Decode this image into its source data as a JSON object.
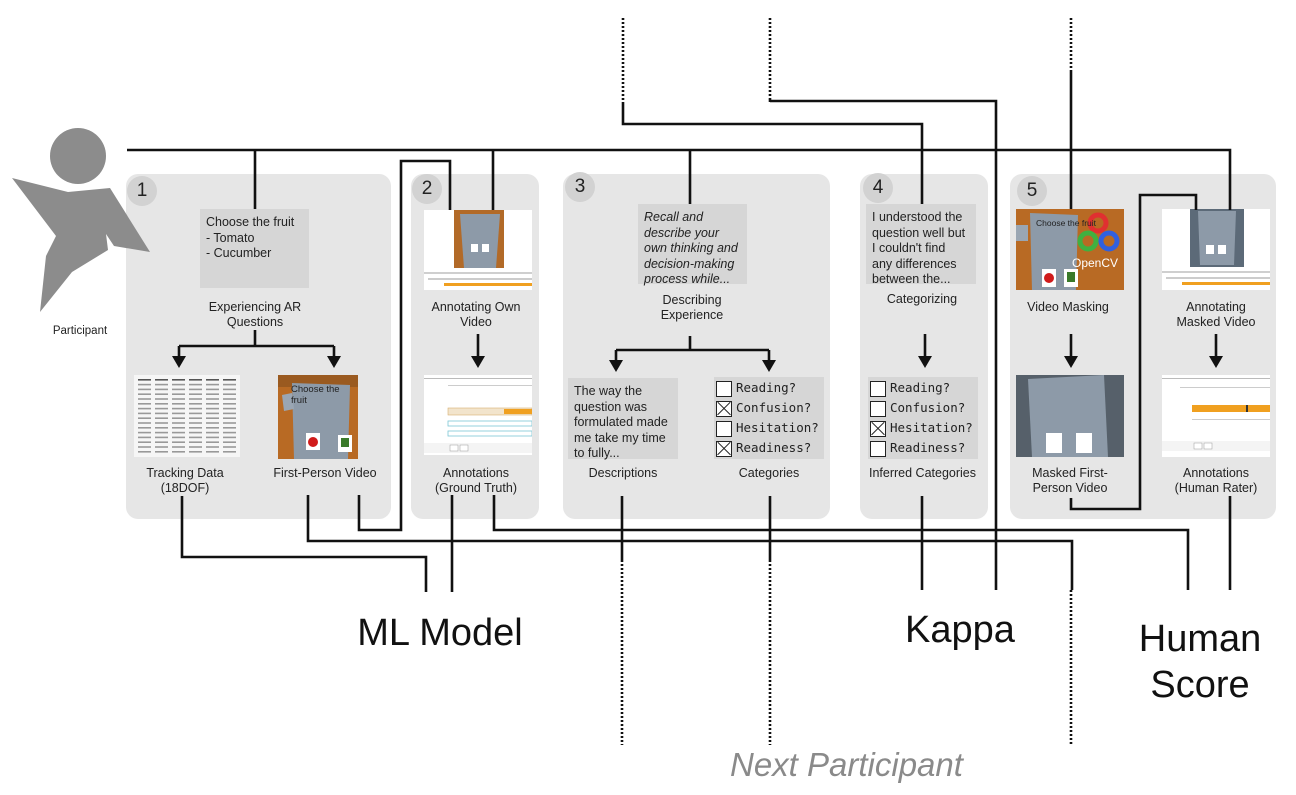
{
  "participant": {
    "label": "Participant"
  },
  "stages": [
    {
      "number": "1",
      "question_box": "Choose the fruit\n- Tomato\n- Cucumber",
      "caption": "Experiencing AR\nQuestions",
      "outputs": [
        {
          "caption": "Tracking Data\n(18DOF)"
        },
        {
          "caption": "First-Person Video"
        }
      ],
      "video_text": "Choose the fruit"
    },
    {
      "number": "2",
      "caption": "Annotating Own\nVideo",
      "output": "Annotations\n(Ground Truth)"
    },
    {
      "number": "3",
      "prompt_box": "Recall and\ndescribe your\nown thinking and\ndecision-making\nprocess while...",
      "caption": "Describing\nExperience",
      "description_box": "The way the\nquestion was\nformulated made\nme take my time\nto fully...",
      "outputs": [
        {
          "caption": "Descriptions"
        },
        {
          "caption": "Categories"
        }
      ],
      "categories": [
        {
          "label": "Reading?",
          "checked": false
        },
        {
          "label": "Confusion?",
          "checked": true
        },
        {
          "label": "Hesitation?",
          "checked": false
        },
        {
          "label": "Readiness?",
          "checked": true
        }
      ]
    },
    {
      "number": "4",
      "statement_box": "I understood the\nquestion well but\nI couldn't find\nany differences\nbetween the...",
      "caption": "Categorizing",
      "output": "Inferred Categories",
      "categories": [
        {
          "label": "Reading?",
          "checked": false
        },
        {
          "label": "Confusion?",
          "checked": false
        },
        {
          "label": "Hesitation?",
          "checked": true
        },
        {
          "label": "Readiness?",
          "checked": false
        }
      ]
    },
    {
      "number": "5",
      "masking_caption": "Video Masking",
      "masked_caption": "Masked First-\nPerson Video",
      "rater_caption": "Annotating\nMasked Video",
      "rater_output": "Annotations\n(Human Rater)",
      "opencv_label": "OpenCV",
      "video_text": "Choose the fruit"
    }
  ],
  "outcomes": {
    "ml_model": "ML Model",
    "kappa": "Kappa",
    "human_score": "Human\nScore",
    "next_participant": "Next Participant"
  },
  "colors": {
    "panel": "#e6e6e6",
    "box": "#d6d6d6",
    "line": "#111111",
    "silhouette": "#8c8c8c",
    "next_text": "#8a8a8a",
    "orange": "#f0a020"
  }
}
